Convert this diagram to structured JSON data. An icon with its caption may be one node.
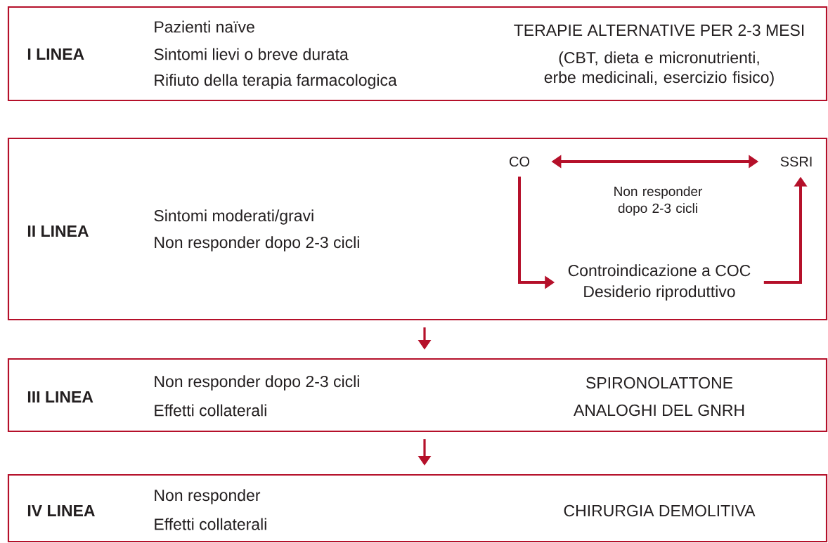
{
  "diagram": {
    "nodes": [
      {
        "text": [
          "I LINEA",
          "Pazienti naïve",
          "Sintomi lievi o breve durata",
          "Rifiuto della terapia farmacologica",
          "TERAPIE ALTERNATIVE PER 2-3 MESI",
          "(CBT, dieta e micronutrienti, erbe medicinali, esercizio fisico)"
        ]
      },
      {
        "text": [
          "II LINEA",
          "Sintomi moderati/gravi",
          "Non responder dopo 2-3 cicli"
        ]
      },
      {
        "text": [
          "CO"
        ],
        "in": 1
      },
      {
        "text": [
          "SSRI"
        ],
        "in": 1
      },
      {
        "text": [
          "Controindicazione a COC",
          "Desiderio riproduttivo"
        ],
        "in": 1
      },
      {
        "text": [
          "III LINEA",
          "Non responder dopo 2-3 cicli",
          "Effetti collaterali",
          "SPIRONOLATTONE",
          "ANALOGHI DEL GNRH"
        ]
      },
      {
        "text": [
          "IV LINEA",
          "Non responder",
          "Effetti collaterali",
          "CHIRURGIA DEMOLITIVA"
        ]
      }
    ],
    "edges": [
      {
        "from": 2,
        "to": 3,
        "arrow": "both",
        "label": "Non responder dopo 2-3 cicli"
      },
      {
        "from": 2,
        "to": 4,
        "arrow": "to"
      },
      {
        "from": 4,
        "to": 3,
        "arrow": "to"
      },
      {
        "from": 1,
        "to": 5,
        "arrow": "to"
      },
      {
        "from": 5,
        "to": 6,
        "arrow": "to"
      }
    ]
  }
}
